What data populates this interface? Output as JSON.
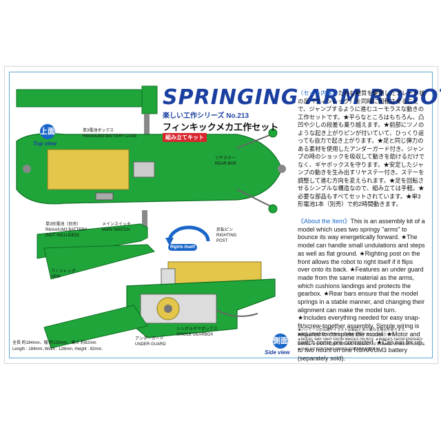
{
  "title": "SPRINGING ARM ROBOT",
  "series": "楽しい工作シリーズ No.213",
  "japanese_title": "フィンキックメカ工作セット",
  "kit_badge": "組み立てキット",
  "japanese_desc": {
    "heading": "〈セット内容〉",
    "body": "たわむ材質を使用したプレート状の足（フィンレッグ）を同時に回転させることで、ジャンプするように進むユーモラスな動きの工作セットです。★平らなところはもちろん、凸凹や少しの段差も乗り越えます。★前部にツノのような起き上がりピンが付いていて、ひっくり返っても自力で起き上がります。★足と同じ弾力のある素材を使用したアンダーガード付き。ジャンプの時のショックを吸収して動きを助けるだけでなく、ギヤボックスを守ります。★安定したジャンプの動きを生み出すリヤステー付き。ステーを調整して進む方向を変えられます。★足を回転させるシンプルな構造なので、組み立ては手軽。★必要な部品もすべてセットされています。★単3形電池1本（別売）で約2時間動きます。"
  },
  "english_desc": {
    "heading": "《About the Item》",
    "body": "This is an assembly kit of a model which uses two springy \"arms\" to bounce its way energetically forward. ★The model can handle small undulations and steps as well as flat ground. ★Righting post on the front allows the robot to right itself if it flips over onto its back. ★Features an under guard made from the same material as the arms, which cushions landings and protects the gearbox. ★Rear bars ensure that the model springs in a stable manner, and changing their alignment can make the model turn. ★Includes everything needed for easy snap-fit/screw-together assembly. Simple wiring is required to complete the model. ★Motor and switch come pre-connected. ★Can run for up to two hours on one R6/AA/UM3 battery (separately sold)."
  },
  "notes": [
    "★パッケージの写真やイラストは製品と多少異なる場合があります。",
    "★製品は改良のため予告なく仕様を変更することがあります。",
    "★MODEL MAY VARY FROM IMAGES ON BOX. ★IMAGES SHOW FINISHED MODEL. ★SPECIFICATIONS ARE SUBJECT TO CHANGE WITHOUT NOTICE. ★THIS KIT CONTAINS PARTS FOR ONE MODEL."
  ],
  "labels": {
    "battery_case": "単3電池ボックス\nR6/AA/UM3 BATTERY CASE",
    "rear_bar": "リヤステー\nREAR BAR",
    "battery": "単3形電池（別売）\nR6/AA/UM3 BATTERY\n(NOT INCLUDED)",
    "main_switch": "メインスイッチ\nMAIN SWITCH",
    "righting_post": "反転ピン\nRIGHTING\nPOST",
    "arm": "フィンレッグ\nARM",
    "gearbox": "シングルギヤボックス\nSINGLE GEARBOX",
    "under_guard": "アンダーガード\nUNDER GUARD",
    "rights_itself": "Rights itself!"
  },
  "views": {
    "top_badge": "上面",
    "top_label": "Top view",
    "side_badge": "側面",
    "side_label": "Side view"
  },
  "dimensions": {
    "jp": "全長 約184mm、幅 約126mm、高さ 約82mm",
    "en": "Length : 184mm, Width : 126mm, Height : 82mm."
  },
  "colors": {
    "green": "#1fa53a",
    "blue": "#1a3fa0",
    "yellow": "#e3c64a",
    "red": "#d8262e"
  }
}
